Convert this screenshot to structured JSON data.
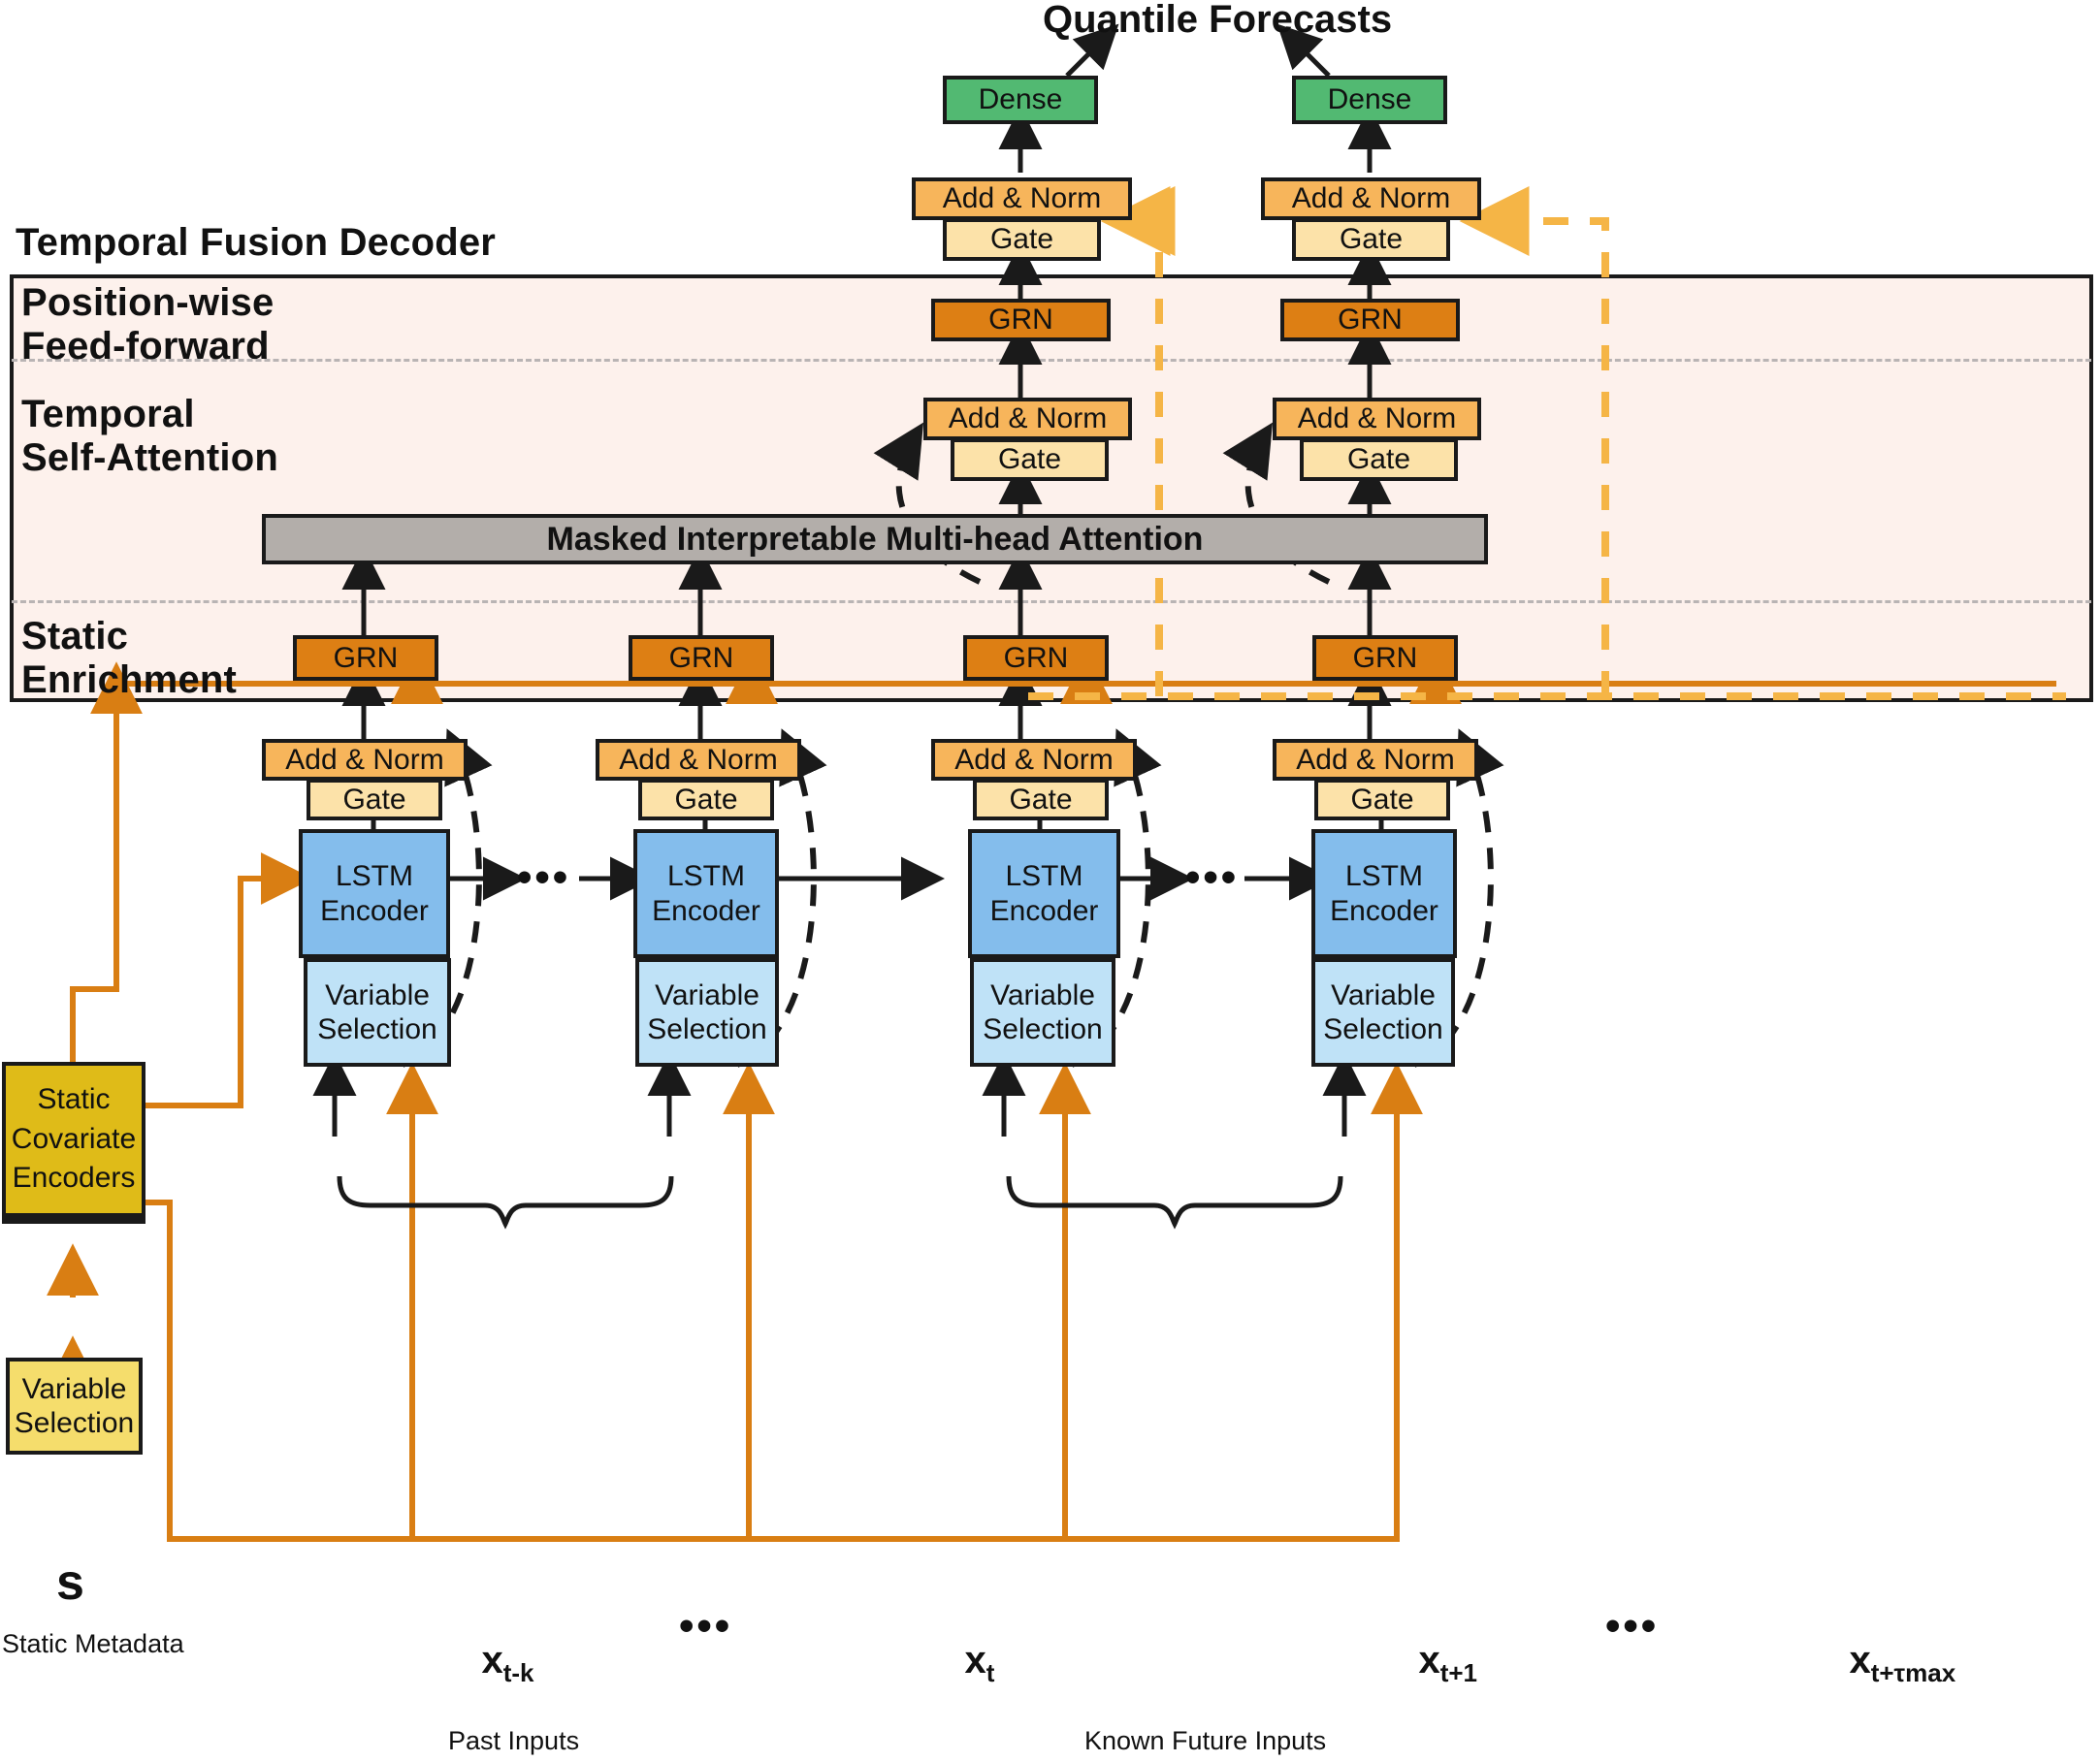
{
  "title": "Quantile Forecasts",
  "sections": {
    "decoder_title": "Temporal Fusion Decoder",
    "position_wise": "Position-wise\nFeed-forward",
    "temporal_self_attention": "Temporal\nSelf-Attention",
    "static_enrichment": "Static\nEnrichment"
  },
  "blocks": {
    "dense": "Dense",
    "add_norm": "Add & Norm",
    "gate": "Gate",
    "grn": "GRN",
    "attention": "Masked Interpretable Multi-head Attention",
    "lstm_encoder": "LSTM Encoder",
    "variable_selection": "Variable\nSelection",
    "static_covariate_encoders": "Static\nCovariate\nEncoders",
    "static_variable_selection": "Variable\nSelection"
  },
  "inputs": {
    "static_symbol": "s",
    "static_metadata_caption": "Static Metadata",
    "x_t_minus_k": {
      "base": "x",
      "sub": "t-k"
    },
    "x_t": {
      "base": "x",
      "sub": "t"
    },
    "x_t_plus_1": {
      "base": "x",
      "sub": "t+1"
    },
    "x_t_plus_tmax": {
      "base": "x",
      "sub": "t+τmax"
    },
    "ellipsis": "•••"
  },
  "captions": {
    "past_inputs": "Past Inputs",
    "known_future_inputs": "Known Future Inputs"
  },
  "colors": {
    "dense": "#52b972",
    "add_norm": "#f7b55b",
    "gate": "#fce2a9",
    "grn": "#dd7f14",
    "attention": "#b3aeaa",
    "lstm": "#84bdec",
    "variable_selection": "#bfe2f7",
    "static_encoder": "#dfbb18",
    "static_variable_selection": "#f5dd6c",
    "decoder_region": "#fdf1ec",
    "static_flow": "#d97e13",
    "decoder_flow": "#f5b546",
    "stroke": "#1a1a1a"
  },
  "columns": [
    {
      "id": "past-first",
      "x_label_key": "x_t_minus_k"
    },
    {
      "id": "past-last",
      "x_label_key": "x_t"
    },
    {
      "id": "future-first",
      "x_label_key": "x_t_plus_1"
    },
    {
      "id": "future-last",
      "x_label_key": "x_t_plus_tmax"
    }
  ]
}
